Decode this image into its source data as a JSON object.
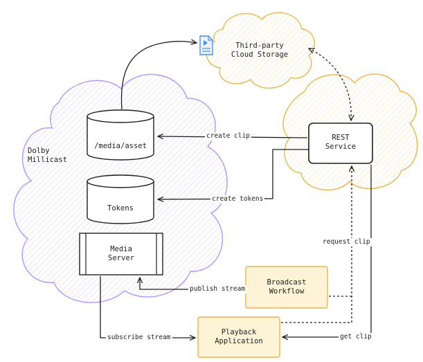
{
  "nodes": {
    "cloud_storage": {
      "line1": "Third-party",
      "line2": "Cloud Storage"
    },
    "millicast": {
      "line1": "Dolby",
      "line2": "Millicast"
    },
    "media_asset": {
      "label": "/media/asset"
    },
    "tokens": {
      "label": "Tokens"
    },
    "media_server": {
      "line1": "Media",
      "line2": "Server"
    },
    "rest_service": {
      "line1": "REST",
      "line2": "Service"
    },
    "broadcast_workflow": {
      "line1": "Broadcast",
      "line2": "Workflow"
    },
    "playback_application": {
      "line1": "Playback",
      "line2": "Application"
    }
  },
  "edges": {
    "create_clip": "create clip",
    "create_tokens": "create tokens",
    "request_clip": "request clip",
    "publish_stream": "publish stream",
    "subscribe_stream": "subscribe stream",
    "get_clip": "get clip"
  },
  "colors": {
    "purple_cloud": "#b197fc",
    "orange_cloud": "#e8b84a",
    "ink": "#1e1e1e",
    "file_icon": "#4a90e2"
  },
  "icons": {
    "file": "file-document-icon"
  }
}
